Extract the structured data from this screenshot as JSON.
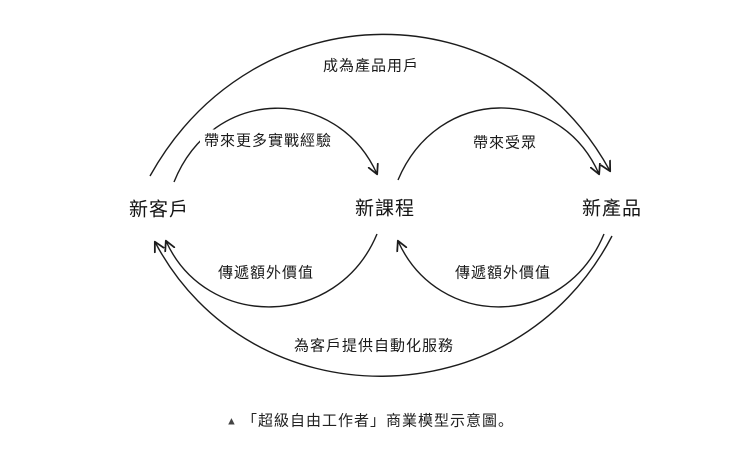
{
  "diagram": {
    "title": "super-freelancer-business-model",
    "colors": {
      "background": "#ffffff",
      "line": "#1c1c1c",
      "text": "#141414"
    },
    "nodes": [
      {
        "id": "new-customers",
        "label": "新客戶"
      },
      {
        "id": "new-courses",
        "label": "新課程"
      },
      {
        "id": "new-products",
        "label": "新產品"
      }
    ],
    "edges": [
      {
        "from": "新客戶",
        "to": "新產品",
        "label": "成為產品用戶"
      },
      {
        "from": "新客戶",
        "to": "新課程",
        "label": "帶來更多實戰經驗"
      },
      {
        "from": "新課程",
        "to": "新產品",
        "label": "帶來受眾"
      },
      {
        "from": "新課程",
        "to": "新客戶",
        "label": "傳遞額外價值"
      },
      {
        "from": "新產品",
        "to": "新課程",
        "label": "傳遞額外價值"
      },
      {
        "from": "新產品",
        "to": "新客戶",
        "label": "為客戶提供自動化服務"
      }
    ],
    "caption": {
      "marker": "▲",
      "text": "「超級自由工作者」商業模型示意圖。"
    }
  }
}
